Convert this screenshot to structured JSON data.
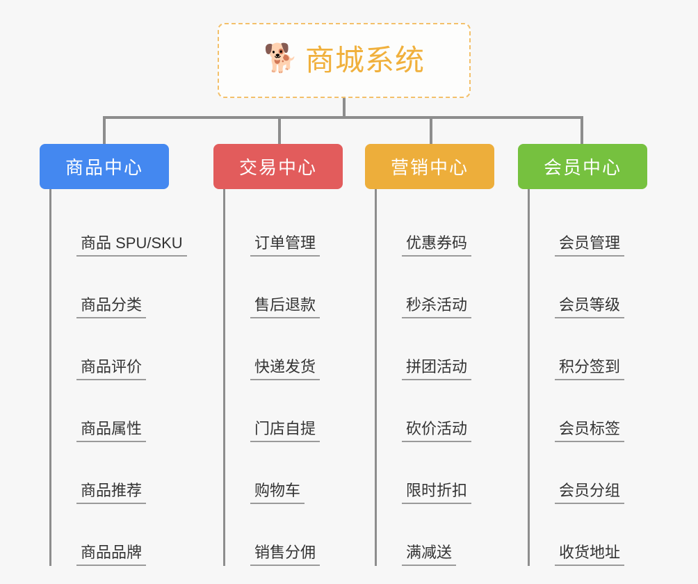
{
  "diagram": {
    "type": "mindmap-tree",
    "background_color": "#f7f7f7",
    "root": {
      "title": "商城系统",
      "emoji": "🐕",
      "emoji_name": "shiba-inu-dog-face",
      "border_color": "#f3c06a",
      "text_color": "#f0b03c"
    },
    "connector_color": "#8d8d8d",
    "branches": [
      {
        "label": "商品中心",
        "color": "#4488f0",
        "items": [
          "商品 SPU/SKU",
          "商品分类",
          "商品评价",
          "商品属性",
          "商品推荐",
          "商品品牌"
        ]
      },
      {
        "label": "交易中心",
        "color": "#e25c5c",
        "items": [
          "订单管理",
          "售后退款",
          "快递发货",
          "门店自提",
          "购物车",
          "销售分佣"
        ]
      },
      {
        "label": "营销中心",
        "color": "#edae3b",
        "items": [
          "优惠券码",
          "秒杀活动",
          "拼团活动",
          "砍价活动",
          "限时折扣",
          "满减送"
        ]
      },
      {
        "label": "会员中心",
        "color": "#76c13f",
        "items": [
          "会员管理",
          "会员等级",
          "积分签到",
          "会员标签",
          "会员分组",
          "收货地址"
        ]
      }
    ]
  }
}
